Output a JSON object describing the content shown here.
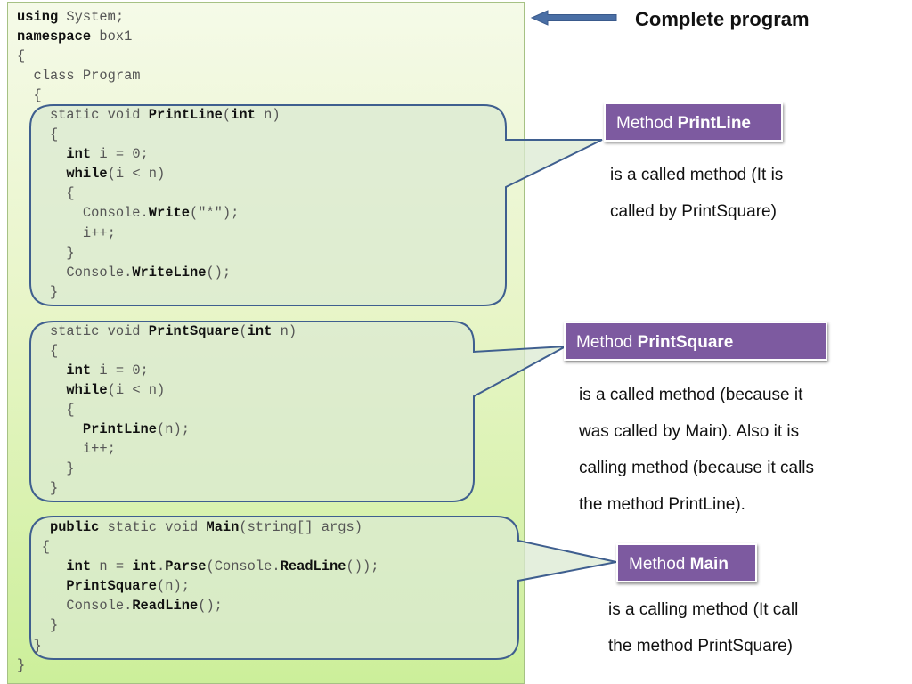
{
  "title": "Complete program",
  "code": {
    "lines": [
      [
        {
          "t": "using",
          "b": true
        },
        {
          "t": " System;"
        }
      ],
      [
        {
          "t": "namespace",
          "b": true
        },
        {
          "t": " box1"
        }
      ],
      [
        {
          "t": "{"
        }
      ],
      [
        {
          "t": "  class Program"
        }
      ],
      [
        {
          "t": "  {"
        }
      ],
      [
        {
          "t": "    static void "
        },
        {
          "t": "PrintLine",
          "b": true
        },
        {
          "t": "("
        },
        {
          "t": "int",
          "b": true
        },
        {
          "t": " n)"
        }
      ],
      [
        {
          "t": "    {"
        }
      ],
      [
        {
          "t": "      "
        },
        {
          "t": "int",
          "b": true
        },
        {
          "t": " i = 0;"
        }
      ],
      [
        {
          "t": "      "
        },
        {
          "t": "while",
          "b": true
        },
        {
          "t": "(i < n)"
        }
      ],
      [
        {
          "t": "      {"
        }
      ],
      [
        {
          "t": "        Console."
        },
        {
          "t": "Write",
          "b": true
        },
        {
          "t": "(\"*\");"
        }
      ],
      [
        {
          "t": "        i++;"
        }
      ],
      [
        {
          "t": "      }"
        }
      ],
      [
        {
          "t": "      Console."
        },
        {
          "t": "WriteLine",
          "b": true
        },
        {
          "t": "();"
        }
      ],
      [
        {
          "t": "    }"
        }
      ],
      [
        {
          "t": ""
        }
      ],
      [
        {
          "t": "    static void "
        },
        {
          "t": "PrintSquare",
          "b": true
        },
        {
          "t": "("
        },
        {
          "t": "int",
          "b": true
        },
        {
          "t": " n)"
        }
      ],
      [
        {
          "t": "    {"
        }
      ],
      [
        {
          "t": "      "
        },
        {
          "t": "int",
          "b": true
        },
        {
          "t": " i = 0;"
        }
      ],
      [
        {
          "t": "      "
        },
        {
          "t": "while",
          "b": true
        },
        {
          "t": "(i < n)"
        }
      ],
      [
        {
          "t": "      {"
        }
      ],
      [
        {
          "t": "        "
        },
        {
          "t": "PrintLine",
          "b": true
        },
        {
          "t": "(n);"
        }
      ],
      [
        {
          "t": "        i++;"
        }
      ],
      [
        {
          "t": "      }"
        }
      ],
      [
        {
          "t": "    }"
        }
      ],
      [
        {
          "t": ""
        }
      ],
      [
        {
          "t": "    "
        },
        {
          "t": "public",
          "b": true
        },
        {
          "t": " static void "
        },
        {
          "t": "Main",
          "b": true
        },
        {
          "t": "(string[] args)"
        }
      ],
      [
        {
          "t": "   {"
        }
      ],
      [
        {
          "t": "      "
        },
        {
          "t": "int",
          "b": true
        },
        {
          "t": " n = "
        },
        {
          "t": "int",
          "b": true
        },
        {
          "t": "."
        },
        {
          "t": "Parse",
          "b": true
        },
        {
          "t": "(Console."
        },
        {
          "t": "ReadLine",
          "b": true
        },
        {
          "t": "());"
        }
      ],
      [
        {
          "t": "      "
        },
        {
          "t": "PrintSquare",
          "b": true
        },
        {
          "t": "(n);"
        }
      ],
      [
        {
          "t": "      Console."
        },
        {
          "t": "ReadLine",
          "b": true
        },
        {
          "t": "();"
        }
      ],
      [
        {
          "t": "    }"
        }
      ],
      [
        {
          "t": "  }"
        }
      ],
      [
        {
          "t": "}"
        }
      ]
    ]
  },
  "methods": [
    {
      "prefix": "Method ",
      "name": "PrintLine",
      "desc_lines": [
        "is a called method (It is",
        "called by  PrintSquare)"
      ]
    },
    {
      "prefix": "Method ",
      "name": "PrintSquare",
      "desc_lines": [
        "is a called method (because it",
        "was called by Main). Also it is",
        "calling method (because it calls",
        "the method PrintLine)."
      ]
    },
    {
      "prefix": "Method ",
      "name": "Main",
      "desc_lines": [
        "is a calling method (It call",
        "the method PrintSquare)"
      ]
    }
  ],
  "colors": {
    "method_box": "#7d5aa0",
    "callout_fill": "#dceccf",
    "callout_stroke": "#3f5f8f",
    "arrow": "#4a6fa5"
  }
}
